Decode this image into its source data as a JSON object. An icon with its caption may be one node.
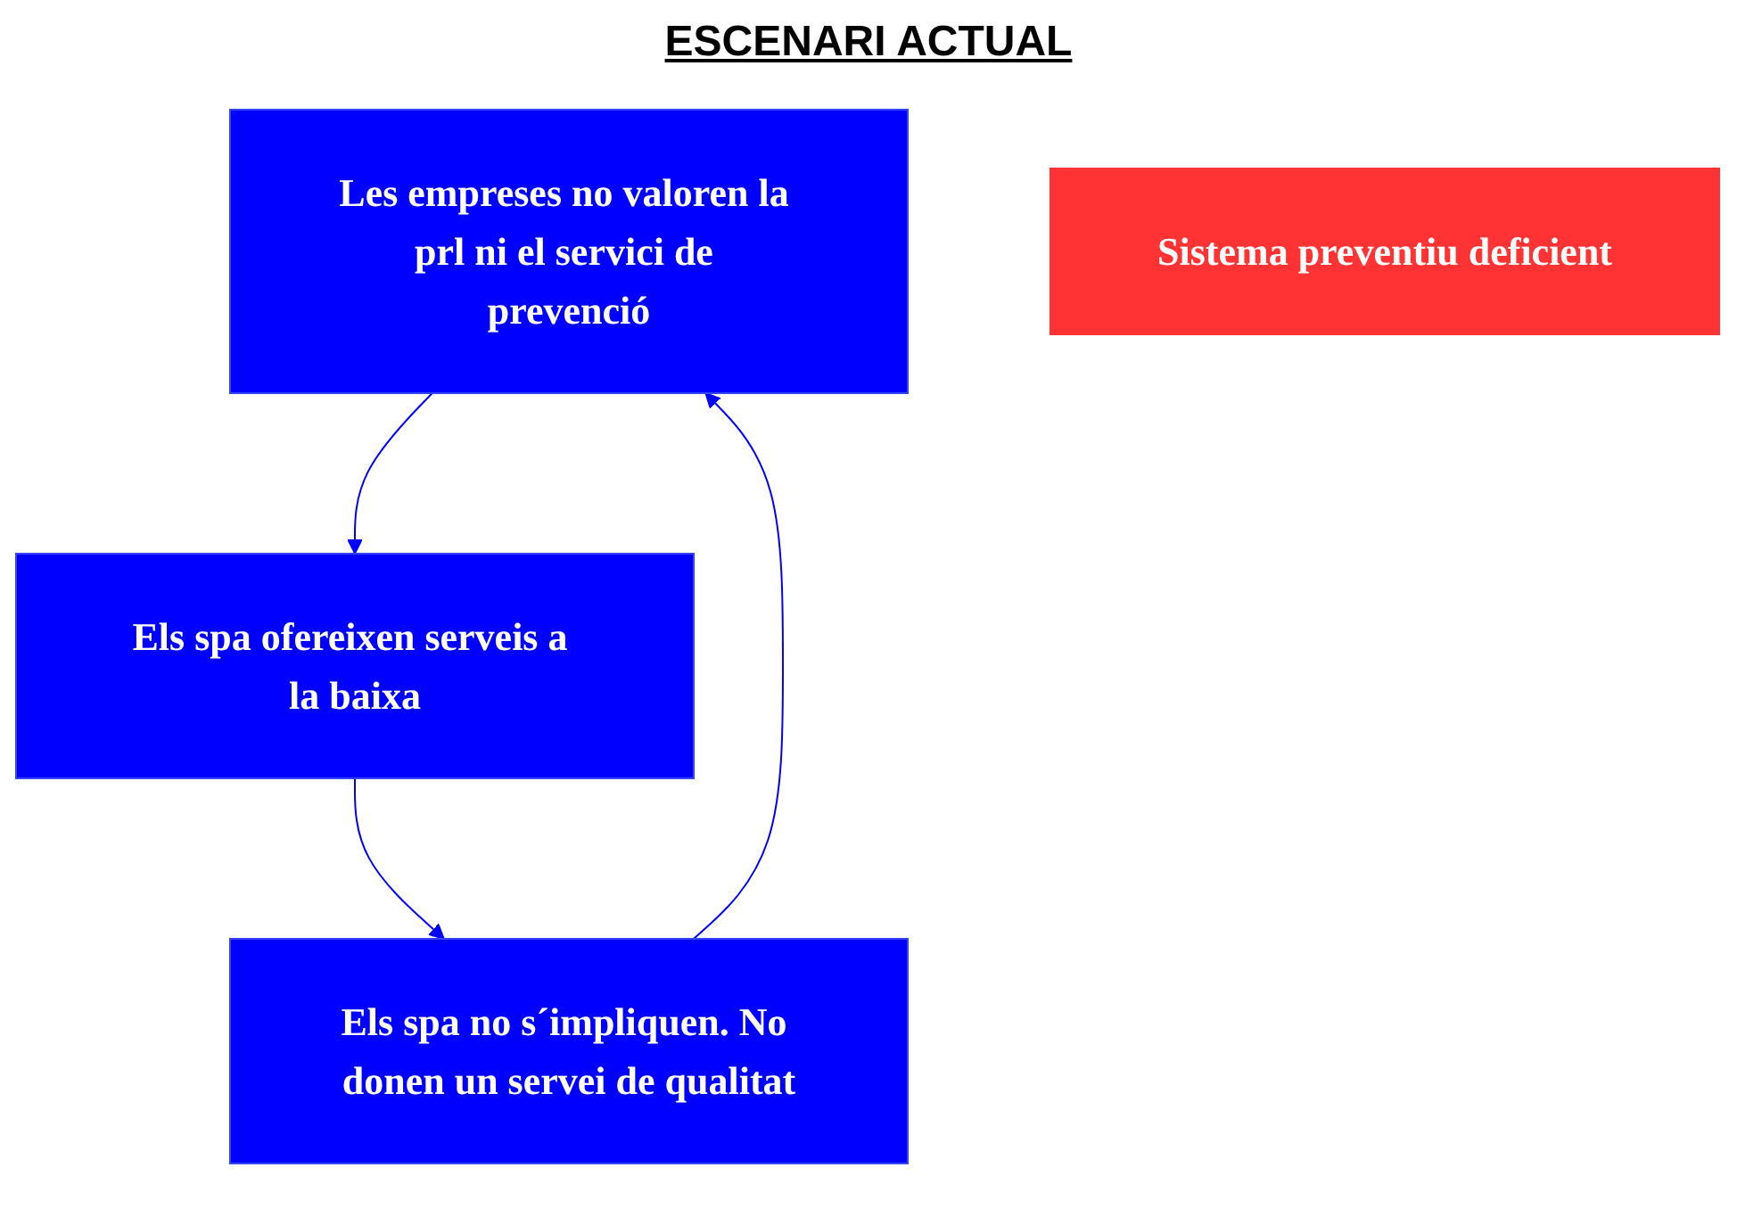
{
  "diagram": {
    "title": "ESCENARI ACTUAL",
    "nodes": [
      {
        "text": [
          "Les empreses no valoren la prl ni el servici de prevenció"
        ]
      },
      {
        "text": [
          "Sistema preventiu deficient"
        ]
      },
      {
        "text": [
          "Els spa no s´impliquen. No donen un servei de qualitat"
        ]
      },
      {
        "text": [
          "Els spa ofereixen serveis a la baixa"
        ]
      }
    ],
    "edges": [
      {
        "from": 0,
        "to": 3,
        "arrow": "to"
      },
      {
        "from": 3,
        "to": 2,
        "arrow": "to"
      },
      {
        "from": 2,
        "to": 0,
        "arrow": "to"
      }
    ]
  }
}
